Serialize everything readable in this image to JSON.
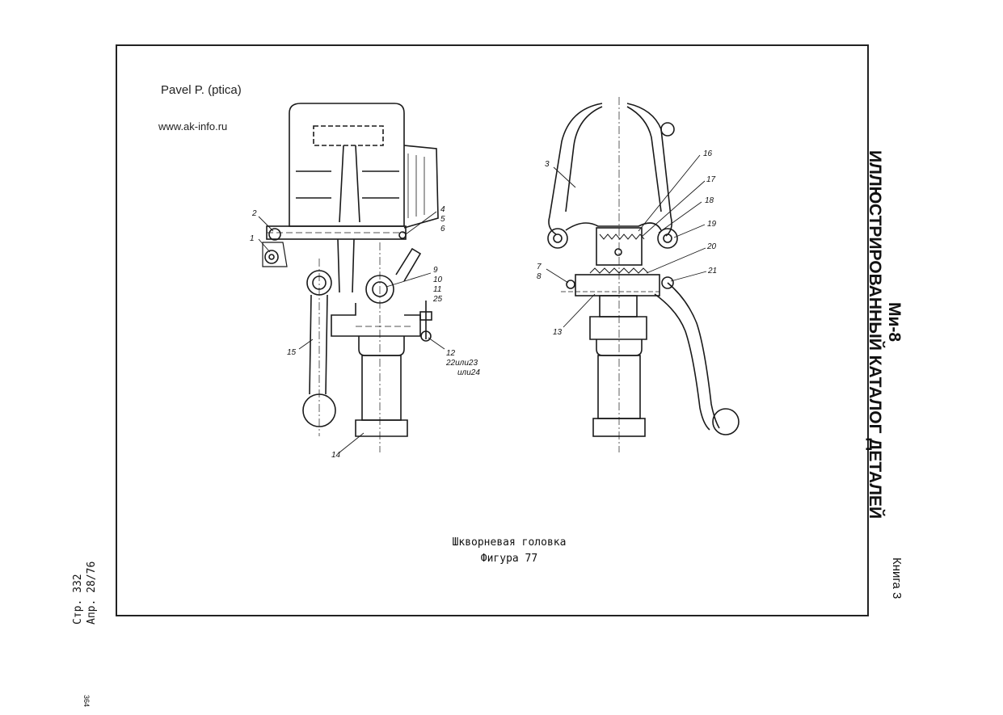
{
  "watermark": {
    "author": "Pavel P. (ptica)",
    "site": "www.ak-info.ru"
  },
  "caption": {
    "title": "Шкворневая головка",
    "figure": "Фигура 77"
  },
  "catalog": {
    "model": "Ми-8",
    "name": "ИЛЛЮСТРИРОВАННЫЙ КАТАЛОГ ДЕТАЛЕЙ",
    "book": "Книга 3"
  },
  "page": {
    "page_ref": "Стр. 332",
    "date_ref": "Апр. 28/76",
    "sheet_number": "364"
  },
  "callouts": {
    "left": [
      "1",
      "2",
      "4",
      "5",
      "6",
      "9",
      "10",
      "11",
      "25",
      "12",
      "22или23",
      "или24",
      "14",
      "15"
    ],
    "right": [
      "3",
      "16",
      "17",
      "18",
      "19",
      "20",
      "7",
      "8",
      "21",
      "13"
    ]
  }
}
